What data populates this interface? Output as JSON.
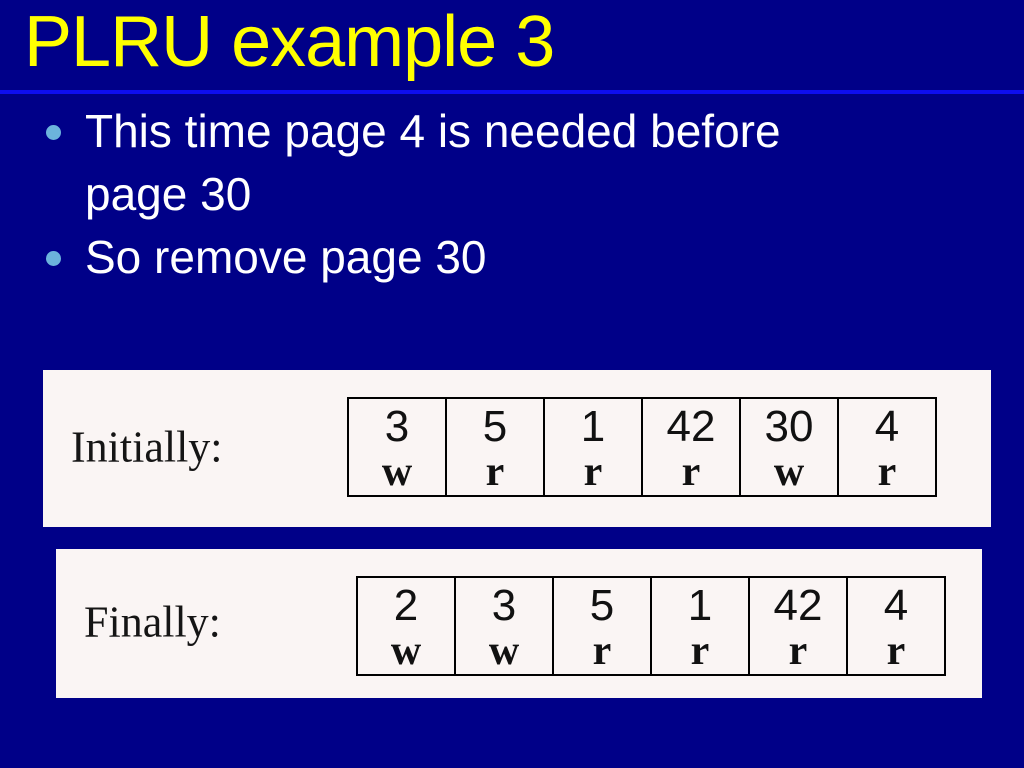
{
  "slide": {
    "title": "PLRU example 3",
    "bullets": [
      "This time page 4 is needed before page 30",
      "So remove page 30"
    ]
  },
  "tables": [
    {
      "label": "Initially:",
      "cells": [
        {
          "page": "3",
          "flag": "w"
        },
        {
          "page": "5",
          "flag": "r"
        },
        {
          "page": "1",
          "flag": "r"
        },
        {
          "page": "42",
          "flag": "r"
        },
        {
          "page": "30",
          "flag": "w"
        },
        {
          "page": "4",
          "flag": "r"
        }
      ]
    },
    {
      "label": "Finally:",
      "cells": [
        {
          "page": "2",
          "flag": "w"
        },
        {
          "page": "3",
          "flag": "w"
        },
        {
          "page": "5",
          "flag": "r"
        },
        {
          "page": "1",
          "flag": "r"
        },
        {
          "page": "42",
          "flag": "r"
        },
        {
          "page": "4",
          "flag": "r"
        }
      ]
    }
  ],
  "colors": {
    "background": "#000088",
    "title_text": "#FFFF00",
    "title_rule": "#0E0EEE",
    "bullet_dot": "#6CB3DC",
    "body_text": "#FFFFFF",
    "panel_background": "#FAF5F4",
    "cell_border": "#000000"
  }
}
